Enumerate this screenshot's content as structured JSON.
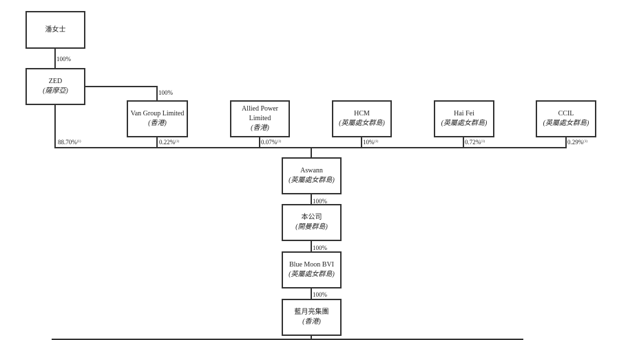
{
  "entities": {
    "pan": {
      "name": "潘女士"
    },
    "zed": {
      "name": "ZED",
      "jurisdiction": "(薩摩亞)"
    },
    "van": {
      "name": "Van Group Limited",
      "jurisdiction": "(香港)"
    },
    "allied": {
      "name": "Allied Power Limited",
      "jurisdiction": "(香港)"
    },
    "hcm": {
      "name": "HCM",
      "jurisdiction": "(英屬處女群島)"
    },
    "haifei": {
      "name": "Hai Fei",
      "jurisdiction": "(英屬處女群島)"
    },
    "ccil": {
      "name": "CCIL",
      "jurisdiction": "(英屬處女群島)"
    },
    "aswann": {
      "name": "Aswann",
      "jurisdiction": "(英屬處女群島)"
    },
    "company": {
      "name": "本公司",
      "jurisdiction": "(開曼群島)"
    },
    "bluemoon": {
      "name": "Blue Moon BVI",
      "jurisdiction": "(英屬處女群島)"
    },
    "bluemoongroup": {
      "name": "藍月亮集團",
      "jurisdiction": "(香港)"
    }
  },
  "edges": {
    "pan_zed": "100%",
    "zed_van": "100%",
    "zed_aswann": "88.70%",
    "van_aswann": "0.22%",
    "allied_aswann": "0.07%",
    "hcm_aswann": "10%",
    "haifei_aswann": "0.72%",
    "ccil_aswann": "0.29%",
    "aswann_company": "100%",
    "company_bluemoon": "100%",
    "bluemoon_group": "100%",
    "footnote": "(1)"
  }
}
